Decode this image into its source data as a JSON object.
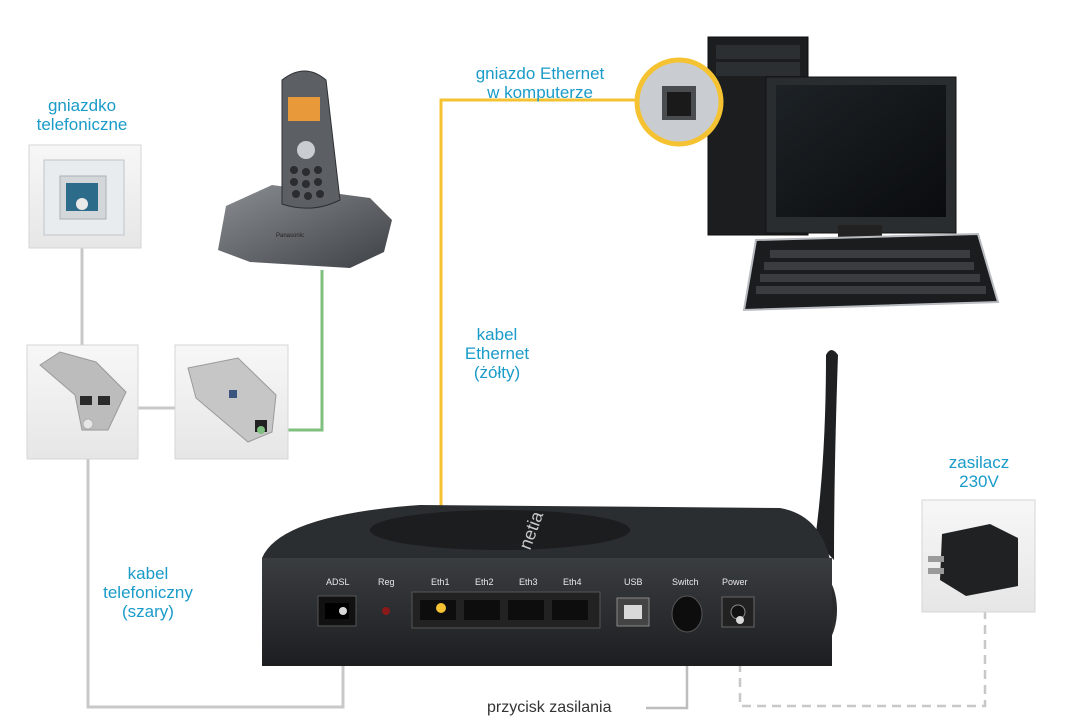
{
  "labels": {
    "wall_socket": [
      "gniazdko",
      "telefoniczne"
    ],
    "ethernet_port": [
      "gniazdo Ethernet",
      "w komputerze"
    ],
    "ethernet_cable": [
      "kabel",
      "Ethernet",
      "(żółty)"
    ],
    "phone_cable": [
      "kabel",
      "telefoniczny",
      "(szary)"
    ],
    "power_supply": [
      "zasilacz",
      "230V"
    ],
    "power_button": "przycisk zasilania"
  },
  "router": {
    "brand": "netia",
    "ports": [
      "ADSL",
      "Reg",
      "Eth1",
      "Eth2",
      "Eth3",
      "Eth4",
      "USB",
      "Switch",
      "Power"
    ]
  },
  "phone_brand": "Panasonic",
  "colors": {
    "label": "#1a9bc9",
    "ethernet_cable": "#f5c232",
    "phone_cable": "#c8c8c8",
    "handset_cable": "#7fbf7f",
    "power_cable": "#c8c8c8"
  },
  "icons": [
    "wall-socket-icon",
    "splitter-icon",
    "microfilter-icon",
    "cordless-phone-icon",
    "desktop-computer-icon",
    "router-icon",
    "power-adapter-icon"
  ]
}
